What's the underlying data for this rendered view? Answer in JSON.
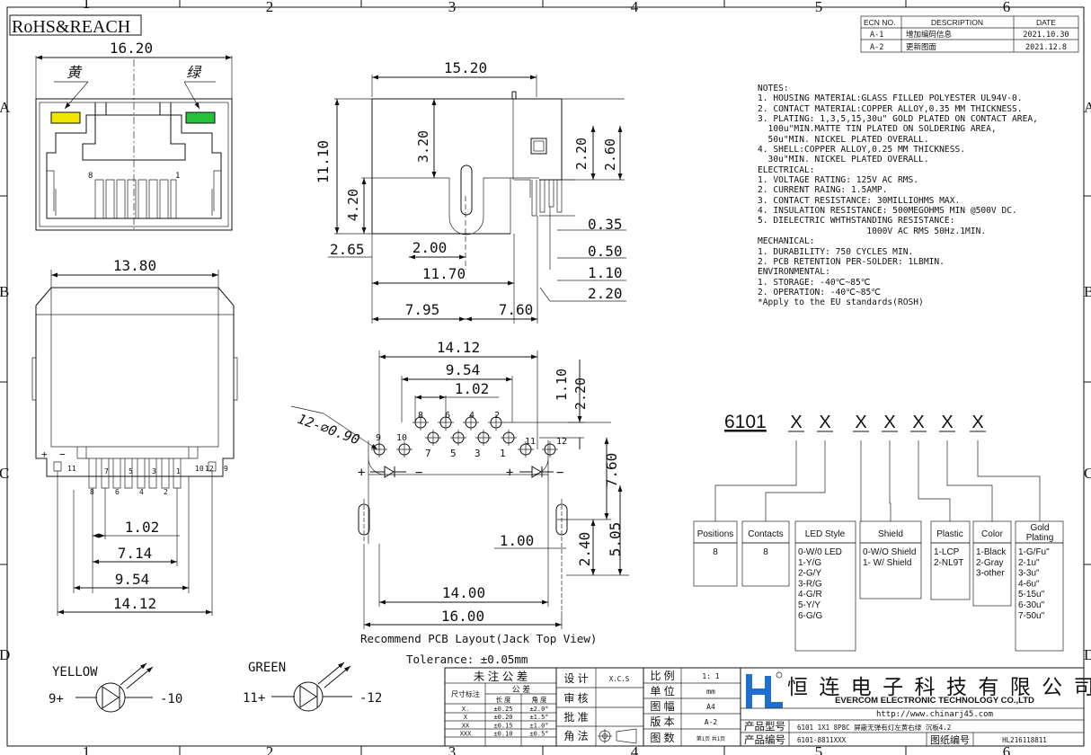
{
  "title_mark": "RoHS&REACH",
  "grid": {
    "cols": [
      "1",
      "2",
      "3",
      "4",
      "5",
      "6"
    ],
    "rows": [
      "A",
      "B",
      "C",
      "D"
    ]
  },
  "revision": {
    "headers": [
      "ECN NO.",
      "DESCRIPTION",
      "DATE"
    ],
    "rows": [
      [
        "A-1",
        "增加编码信息",
        "2021.10.30"
      ],
      [
        "A-2",
        "更新图面",
        "2021.12.8"
      ]
    ]
  },
  "front_view": {
    "width_dim": "16.20",
    "led_left": "黄",
    "led_right": "绿",
    "pin_left": "8",
    "pin_right": "1",
    "led_colors": {
      "left": "#f2e600",
      "right": "#22c33a"
    }
  },
  "side_view": {
    "dims": {
      "top": "15.20",
      "height": "11.10",
      "d320": "3.20",
      "d420": "4.20",
      "d220": "2.20",
      "d260": "2.60",
      "d265": "2.65",
      "d200": "2.00",
      "d035": "0.35",
      "d050": "0.50",
      "d1170": "11.70",
      "d110": "1.10",
      "d220b": "2.20",
      "d795": "7.95",
      "d760": "7.60"
    }
  },
  "bottom_view": {
    "dims": {
      "top": "13.80",
      "d102": "1.02",
      "d714": "7.14",
      "d954": "9.54",
      "d1412": "14.12"
    },
    "pin_labels": [
      "+",
      "−",
      "11",
      "8",
      "7",
      "6",
      "5",
      "4",
      "3",
      "2",
      "1",
      "10",
      "12",
      "9"
    ]
  },
  "pcb_layout": {
    "dims": {
      "d1412": "14.12",
      "d954": "9.54",
      "d102": "1.02",
      "d110": "1.10",
      "d220": "2.20",
      "holes": "12-∅0.90",
      "d760": "7.60",
      "d100": "1.00",
      "d240": "2.40",
      "d505": "5.05",
      "d1400": "14.00",
      "d1600": "16.00"
    },
    "top_pins": [
      "8",
      "6",
      "4",
      "2"
    ],
    "bottom_pins": [
      "9",
      "10",
      "7",
      "5",
      "3",
      "1",
      "11",
      "12"
    ],
    "caption": "Recommend PCB Layout(Jack Top View)",
    "tolerance": "Tolerance: ±0.05mm"
  },
  "notes": [
    "NOTES:",
    "1. HOUSING MATERIAL:GLASS FILLED POLYESTER UL94V-0.",
    "2. CONTACT MATERIAL:COPPER ALLOY,0.35 MM THICKNESS.",
    "3. PLATING: 1,3,5,15,30u\" GOLD PLATED ON CONTACT AREA,",
    "  100u\"MIN.MATTE TIN PLATED ON SOLDERING AREA,",
    "  50u\"MIN. NICKEL PLATED OVERALL.",
    "4. SHELL:COPPER ALLOY,0.25 MM THICKNESS.",
    "  30u\"MIN. NICKEL PLATED OVERALL.",
    "ELECTRICAL:",
    "1. VOLTAGE RATING: 125V AC RMS.",
    "2. CURRENT RAING: 1.5AMP.",
    "3. CONTACT RESISTANCE: 30MILLIOHMS MAX.",
    "4. INSULATION RESISTANCE: 500MEGOHMS MIN @500V DC.",
    "5. DIELECTRIC WHTHSTANDING RESISTANCE:",
    "                     1000V AC RMS 50Hz.1MIN.",
    "MECHANICAL:",
    "1. DURABILITY: 750 CYCLES MIN.",
    "2. PCB RETENTION PER-SOLDER: 1LBMIN.",
    "ENVIRONMENTAL:",
    "1. STORAGE: -40℃~85℃",
    "2. OPERATION: -40℃~85℃",
    "*Apply to the EU standards(ROSH)"
  ],
  "part_code": {
    "prefix": "6101",
    "slots": [
      "X",
      "X",
      "X",
      "X",
      "X",
      "X",
      "X"
    ],
    "boxes": [
      {
        "title": "Positions",
        "values": [
          "8"
        ]
      },
      {
        "title": "Contacts",
        "values": [
          "8"
        ]
      },
      {
        "title": "LED Style",
        "values": [
          "0-W/0 LED",
          "1-Y/G",
          "2-G/Y",
          "3-R/G",
          "4-G/R",
          "5-Y/Y",
          "6-G/G"
        ]
      },
      {
        "title": "Shield",
        "values": [
          "0-W/O Shield",
          "1- W/ Shield"
        ]
      },
      {
        "title": "Plastic",
        "values": [
          "1-LCP",
          "2-NL9T"
        ]
      },
      {
        "title": "Color",
        "values": [
          "1-Black",
          "2-Gray",
          "3-other"
        ]
      },
      {
        "title": "Gold Plating",
        "values": [
          "1-G/Fu\"",
          "2-1u\"",
          "3-3u\"",
          "4-6u\"",
          "5-15u\"",
          "6-30u\"",
          "7-50u\""
        ]
      }
    ]
  },
  "led_symbols": {
    "yellow": {
      "label": "YELLOW",
      "plus": "9+",
      "minus": "-10"
    },
    "green": {
      "label": "GREEN",
      "plus": "11+",
      "minus": "-12"
    }
  },
  "title_block": {
    "tol_header": "未 注 公 差",
    "tol_sub": [
      "尺寸标注",
      "公 差"
    ],
    "tol_cols": [
      "长 度",
      "角 度"
    ],
    "tol_rows": [
      [
        "X.",
        "±0.25",
        "±2.0°"
      ],
      [
        "X",
        "±0.20",
        "±1.5°"
      ],
      [
        "XX",
        "±0.15",
        "±1.0°"
      ],
      [
        "XXX",
        "±0.10",
        "±0.5°"
      ]
    ],
    "sign_labels": [
      "设 计",
      "审 核",
      "批 准",
      "角 法"
    ],
    "designer": "X.C.S",
    "info_labels": [
      "比 例",
      "单 位",
      "图 幅",
      "版 本",
      "图 数"
    ],
    "info_values": [
      "1: 1",
      "mm",
      "A4",
      "A-2",
      "第1页 共1页"
    ],
    "company_cn": "恒 连 电 子 科 技 有 限 公 司",
    "company_en": "EVERCOM ELECTRONIC TECHNOLOGY CO.,LTD",
    "website": "http://www.chinarj45.com",
    "model_label": "产品型号",
    "model_value": "6101 1X1 8P8C 屏蔽无弹有灯左黄右绿 沉板4.2",
    "code_label": "产品编号",
    "code_value": "6101-8811XXX",
    "drawing_no_label": "图纸编号",
    "drawing_no_value": "HL216118811",
    "brand_colors": {
      "blue": "#1f6fd1"
    }
  }
}
